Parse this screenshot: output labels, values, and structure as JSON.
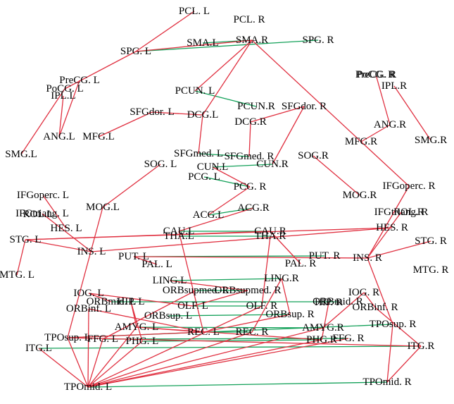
{
  "colors": {
    "between_edge": "#e03040",
    "within_edge": "#12a058",
    "label": "#000000",
    "background": "#ffffff"
  },
  "nodes": [
    {
      "id": "PCL.L",
      "label": "PCL. L"
    },
    {
      "id": "PCL.R",
      "label": "PCL. R"
    },
    {
      "id": "SMA.L",
      "label": "SMA.L"
    },
    {
      "id": "SMA.R",
      "label": "SMA.R"
    },
    {
      "id": "SPG.L",
      "label": "SPG. L"
    },
    {
      "id": "SPG.R",
      "label": "SPG. R"
    },
    {
      "id": "PreCG.L",
      "label": "PreCG. L"
    },
    {
      "id": "PoCG.L",
      "label": "PoCG. L"
    },
    {
      "id": "IPL.L",
      "label": "IPL.L"
    },
    {
      "id": "PreCG.R",
      "label": "PreCG. R"
    },
    {
      "id": "PoCG.R",
      "label": "PoCG. R"
    },
    {
      "id": "IPL.R",
      "label": "IPL.R"
    },
    {
      "id": "PCUN.L",
      "label": "PCUN. L"
    },
    {
      "id": "PCUN.R",
      "label": "PCUN.R"
    },
    {
      "id": "SFGdor.L",
      "label": "SFGdor. L"
    },
    {
      "id": "SFGdor.R",
      "label": "SFGdor. R"
    },
    {
      "id": "DCG.L",
      "label": "DCG.L"
    },
    {
      "id": "DCG.R",
      "label": "DCG.R"
    },
    {
      "id": "ANG.L",
      "label": "ANG.L"
    },
    {
      "id": "MFG.L",
      "label": "MFG.L"
    },
    {
      "id": "ANG.R",
      "label": "ANG.R"
    },
    {
      "id": "MFG.R",
      "label": "MFG.R"
    },
    {
      "id": "SMG.L",
      "label": "SMG.L"
    },
    {
      "id": "SMG.R",
      "label": "SMG.R"
    },
    {
      "id": "SFGmed.L",
      "label": "SFGmed. L"
    },
    {
      "id": "SFGmed.R",
      "label": "SFGmed. R"
    },
    {
      "id": "SOG.R",
      "label": "SOG.R"
    },
    {
      "id": "SOG.L",
      "label": "SOG. L"
    },
    {
      "id": "CUN.L",
      "label": "CUN.L"
    },
    {
      "id": "CUN.R",
      "label": "CUN.R"
    },
    {
      "id": "PCG.L",
      "label": "PCG. L"
    },
    {
      "id": "PCG.R",
      "label": "PCG. R"
    },
    {
      "id": "IFGoperc.L",
      "label": "IFGoperc. L"
    },
    {
      "id": "IFGoperc.R",
      "label": "IFGoperc. R"
    },
    {
      "id": "MOG.R",
      "label": "MOG.R"
    },
    {
      "id": "MOG.L",
      "label": "MOG.L"
    },
    {
      "id": "ACG.R",
      "label": "ACG.R"
    },
    {
      "id": "ACG.L",
      "label": "ACG.L"
    },
    {
      "id": "IFGtriang.L",
      "label": "IFGtriang. L"
    },
    {
      "id": "ROL.L",
      "label": "ROL.L"
    },
    {
      "id": "IFGtriang.R",
      "label": "IFGtriang. R"
    },
    {
      "id": "ROL.R",
      "label": "ROL.R"
    },
    {
      "id": "HES.L",
      "label": "HES. L"
    },
    {
      "id": "HES.R",
      "label": "HES. R"
    },
    {
      "id": "CAU.L",
      "label": "CAU.L"
    },
    {
      "id": "CAU.R",
      "label": "CAU.R"
    },
    {
      "id": "THA.L",
      "label": "THA.L"
    },
    {
      "id": "THA.R",
      "label": "THA.R"
    },
    {
      "id": "STG.L",
      "label": "STG. L"
    },
    {
      "id": "STG.R",
      "label": "STG. R"
    },
    {
      "id": "INS.L",
      "label": "INS. L"
    },
    {
      "id": "INS.R",
      "label": "INS. R"
    },
    {
      "id": "PUT.L",
      "label": "PUT. L"
    },
    {
      "id": "PUT.R",
      "label": "PUT. R"
    },
    {
      "id": "PAL.L",
      "label": "PAL. L"
    },
    {
      "id": "PAL.R",
      "label": "PAL. R"
    },
    {
      "id": "MTG.L",
      "label": "MTG. L"
    },
    {
      "id": "MTG.R",
      "label": "MTG. R"
    },
    {
      "id": "LING.L",
      "label": "LING.L"
    },
    {
      "id": "LING.R",
      "label": "LING.R"
    },
    {
      "id": "ORBsupmed.L",
      "label": "ORBsupmed. L"
    },
    {
      "id": "ORBsupmed.R",
      "label": "ORBsupmed. R"
    },
    {
      "id": "IOG.L",
      "label": "IOG. L"
    },
    {
      "id": "IOG.R",
      "label": "IOG. R"
    },
    {
      "id": "ORBmid.L",
      "label": "ORBmid. L"
    },
    {
      "id": "ORBmid.R",
      "label": "ORBmid. R"
    },
    {
      "id": "ORBinf.L",
      "label": "ORBinf. L"
    },
    {
      "id": "ORBinf.R",
      "label": "ORBinf. R"
    },
    {
      "id": "OLF.L",
      "label": "OLF. L"
    },
    {
      "id": "OLF.R",
      "label": "OLF. R"
    },
    {
      "id": "HIP.L",
      "label": "HIP. L"
    },
    {
      "id": "HIP.R",
      "label": "HIP. R"
    },
    {
      "id": "ORBsup.L",
      "label": "ORBsup. L"
    },
    {
      "id": "ORBsup.R",
      "label": "ORBsup. R"
    },
    {
      "id": "AMYG.L",
      "label": "AMYG. L"
    },
    {
      "id": "AMYG.R",
      "label": "AMYG.R"
    },
    {
      "id": "TPOsup.L",
      "label": "TPOsup. L"
    },
    {
      "id": "TPOsup.R",
      "label": "TPOsup. R"
    },
    {
      "id": "FFG.L",
      "label": "FFG. L"
    },
    {
      "id": "FFG.R",
      "label": "FFG. R"
    },
    {
      "id": "PHG.L",
      "label": "PHG. L"
    },
    {
      "id": "PHG.R",
      "label": "PHG.R"
    },
    {
      "id": "REC.L",
      "label": "REC. L"
    },
    {
      "id": "REC.R",
      "label": "REC. R"
    },
    {
      "id": "ITG.L",
      "label": "ITG.L"
    },
    {
      "id": "ITG.R",
      "label": "ITG.R"
    },
    {
      "id": "TPOmid.L",
      "label": "TPOmid. L"
    },
    {
      "id": "TPOmid.R",
      "label": "TPOmid. R"
    }
  ],
  "edges": [
    {
      "from": "SPG.L",
      "to": "SPG.R",
      "kind": "within"
    },
    {
      "from": "SMA.L",
      "to": "SMA.R",
      "kind": "within"
    },
    {
      "from": "PCUN.L",
      "to": "PCUN.R",
      "kind": "within"
    },
    {
      "from": "CUN.L",
      "to": "CUN.R",
      "kind": "within"
    },
    {
      "from": "SFGmed.L",
      "to": "SFGmed.R",
      "kind": "within"
    },
    {
      "from": "PCG.L",
      "to": "PCG.R",
      "kind": "within"
    },
    {
      "from": "ACG.L",
      "to": "ACG.R",
      "kind": "within"
    },
    {
      "from": "CAU.L",
      "to": "CAU.R",
      "kind": "within"
    },
    {
      "from": "THA.L",
      "to": "THA.R",
      "kind": "within"
    },
    {
      "from": "PUT.L",
      "to": "PUT.R",
      "kind": "within"
    },
    {
      "from": "LING.L",
      "to": "LING.R",
      "kind": "within"
    },
    {
      "from": "ORBsupmed.L",
      "to": "ORBsupmed.R",
      "kind": "within"
    },
    {
      "from": "OLF.L",
      "to": "OLF.R",
      "kind": "within"
    },
    {
      "from": "ORBsup.L",
      "to": "ORBsup.R",
      "kind": "within"
    },
    {
      "from": "ORBmid.L",
      "to": "ORBmid.R",
      "kind": "within"
    },
    {
      "from": "REC.L",
      "to": "REC.R",
      "kind": "within"
    },
    {
      "from": "AMYG.L",
      "to": "AMYG.R",
      "kind": "within"
    },
    {
      "from": "FFG.L",
      "to": "FFG.R",
      "kind": "within"
    },
    {
      "from": "PHG.L",
      "to": "PHG.R",
      "kind": "within"
    },
    {
      "from": "TPOsup.L",
      "to": "TPOsup.R",
      "kind": "within"
    },
    {
      "from": "ITG.L",
      "to": "ITG.R",
      "kind": "within"
    },
    {
      "from": "TPOmid.L",
      "to": "TPOmid.R",
      "kind": "within"
    },
    {
      "from": "PCL.L",
      "to": "SPG.L",
      "kind": "between"
    },
    {
      "from": "SPG.L",
      "to": "PoCG.L",
      "kind": "between"
    },
    {
      "from": "SPG.L",
      "to": "SMA.R",
      "kind": "between"
    },
    {
      "from": "PoCG.L",
      "to": "SMG.L",
      "kind": "between"
    },
    {
      "from": "PreCG.L",
      "to": "ANG.L",
      "kind": "between"
    },
    {
      "from": "IPL.L",
      "to": "ANG.L",
      "kind": "between"
    },
    {
      "from": "SFGdor.L",
      "to": "MFG.L",
      "kind": "between"
    },
    {
      "from": "SFGdor.L",
      "to": "DCG.L",
      "kind": "between"
    },
    {
      "from": "SMA.R",
      "to": "DCG.L",
      "kind": "between"
    },
    {
      "from": "SMA.R",
      "to": "PCUN.L",
      "kind": "between"
    },
    {
      "from": "SMA.R",
      "to": "MFG.R",
      "kind": "between"
    },
    {
      "from": "SFGdor.R",
      "to": "CUN.R",
      "kind": "between"
    },
    {
      "from": "SFGdor.R",
      "to": "DCG.R",
      "kind": "between"
    },
    {
      "from": "DCG.L",
      "to": "SFGmed.L",
      "kind": "between"
    },
    {
      "from": "DCG.R",
      "to": "SFGmed.R",
      "kind": "between"
    },
    {
      "from": "IPL.R",
      "to": "SMG.R",
      "kind": "between"
    },
    {
      "from": "PoCG.R",
      "to": "ANG.R",
      "kind": "between"
    },
    {
      "from": "ANG.R",
      "to": "MFG.R",
      "kind": "between"
    },
    {
      "from": "MFG.R",
      "to": "IFGoperc.R",
      "kind": "between"
    },
    {
      "from": "SOG.R",
      "to": "MOG.R",
      "kind": "between"
    },
    {
      "from": "SOG.L",
      "to": "MOG.L",
      "kind": "between"
    },
    {
      "from": "MOG.L",
      "to": "TPOsup.L",
      "kind": "between"
    },
    {
      "from": "CUN.L",
      "to": "PCG.R",
      "kind": "between"
    },
    {
      "from": "PCG.R",
      "to": "ACG.L",
      "kind": "between"
    },
    {
      "from": "ACG.R",
      "to": "CAU.L",
      "kind": "between"
    },
    {
      "from": "IFGoperc.L",
      "to": "HES.L",
      "kind": "between"
    },
    {
      "from": "IFGtriang.L",
      "to": "INS.L",
      "kind": "between"
    },
    {
      "from": "STG.L",
      "to": "HES.R",
      "kind": "between"
    },
    {
      "from": "STG.L",
      "to": "CAU.R",
      "kind": "between"
    },
    {
      "from": "STG.L",
      "to": "INS.L",
      "kind": "between"
    },
    {
      "from": "STG.L",
      "to": "MTG.L",
      "kind": "between"
    },
    {
      "from": "HES.R",
      "to": "INS.L",
      "kind": "between"
    },
    {
      "from": "IFGoperc.R",
      "to": "INS.R",
      "kind": "between"
    },
    {
      "from": "IFGtriang.R",
      "to": "INS.R",
      "kind": "between"
    },
    {
      "from": "STG.R",
      "to": "INS.R",
      "kind": "between"
    },
    {
      "from": "INS.R",
      "to": "PUT.L",
      "kind": "between"
    },
    {
      "from": "INS.R",
      "to": "TPOsup.R",
      "kind": "between"
    },
    {
      "from": "PUT.L",
      "to": "PAL.L",
      "kind": "between"
    },
    {
      "from": "PAL.R",
      "to": "CAU.R",
      "kind": "between"
    },
    {
      "from": "CAU.L",
      "to": "REC.L",
      "kind": "between"
    },
    {
      "from": "THA.R",
      "to": "OLF.R",
      "kind": "between"
    },
    {
      "from": "LING.L",
      "to": "ORBsupmed.R",
      "kind": "between"
    },
    {
      "from": "LING.R",
      "to": "ORBsup.R",
      "kind": "between"
    },
    {
      "from": "LING.R",
      "to": "REC.R",
      "kind": "between"
    },
    {
      "from": "ORBsupmed.L",
      "to": "FFG.L",
      "kind": "between"
    },
    {
      "from": "ORBsupmed.R",
      "to": "OLF.L",
      "kind": "between"
    },
    {
      "from": "IOG.L",
      "to": "ORBmid.L",
      "kind": "between"
    },
    {
      "from": "IOG.L",
      "to": "OLF.L",
      "kind": "between"
    },
    {
      "from": "IOG.R",
      "to": "ORBinf.R",
      "kind": "between"
    },
    {
      "from": "IOG.R",
      "to": "AMYG.R",
      "kind": "between"
    },
    {
      "from": "ORBinf.L",
      "to": "TPOmid.L",
      "kind": "between"
    },
    {
      "from": "ORBinf.L",
      "to": "REC.L",
      "kind": "between"
    },
    {
      "from": "HIP.L",
      "to": "PHG.L",
      "kind": "between"
    },
    {
      "from": "HIP.L",
      "to": "AMYG.L",
      "kind": "between"
    },
    {
      "from": "HIP.R",
      "to": "PHG.R",
      "kind": "between"
    },
    {
      "from": "AMYG.L",
      "to": "REC.L",
      "kind": "between"
    },
    {
      "from": "AMYG.L",
      "to": "PHG.R",
      "kind": "between"
    },
    {
      "from": "AMYG.L",
      "to": "TPOmid.L",
      "kind": "between"
    },
    {
      "from": "AMYG.R",
      "to": "TPOmid.L",
      "kind": "between"
    },
    {
      "from": "TPOsup.L",
      "to": "ITG.R",
      "kind": "between"
    },
    {
      "from": "TPOsup.L",
      "to": "REC.L",
      "kind": "between"
    },
    {
      "from": "TPOsup.L",
      "to": "TPOmid.L",
      "kind": "between"
    },
    {
      "from": "FFG.L",
      "to": "TPOmid.L",
      "kind": "between"
    },
    {
      "from": "PHG.L",
      "to": "TPOmid.L",
      "kind": "between"
    },
    {
      "from": "ITG.L",
      "to": "TPOmid.L",
      "kind": "between"
    },
    {
      "from": "PHG.R",
      "to": "TPOmid.L",
      "kind": "between"
    },
    {
      "from": "FFG.R",
      "to": "TPOmid.L",
      "kind": "between"
    },
    {
      "from": "REC.R",
      "to": "TPOmid.L",
      "kind": "between"
    },
    {
      "from": "OLF.R",
      "to": "TPOmid.L",
      "kind": "between"
    },
    {
      "from": "ITG.R",
      "to": "TPOmid.R",
      "kind": "between"
    },
    {
      "from": "TPOsup.R",
      "to": "TPOmid.R",
      "kind": "between"
    },
    {
      "from": "ORBinf.R",
      "to": "ITG.R",
      "kind": "between"
    },
    {
      "from": "REC.L",
      "to": "ORBsup.R",
      "kind": "between"
    }
  ]
}
